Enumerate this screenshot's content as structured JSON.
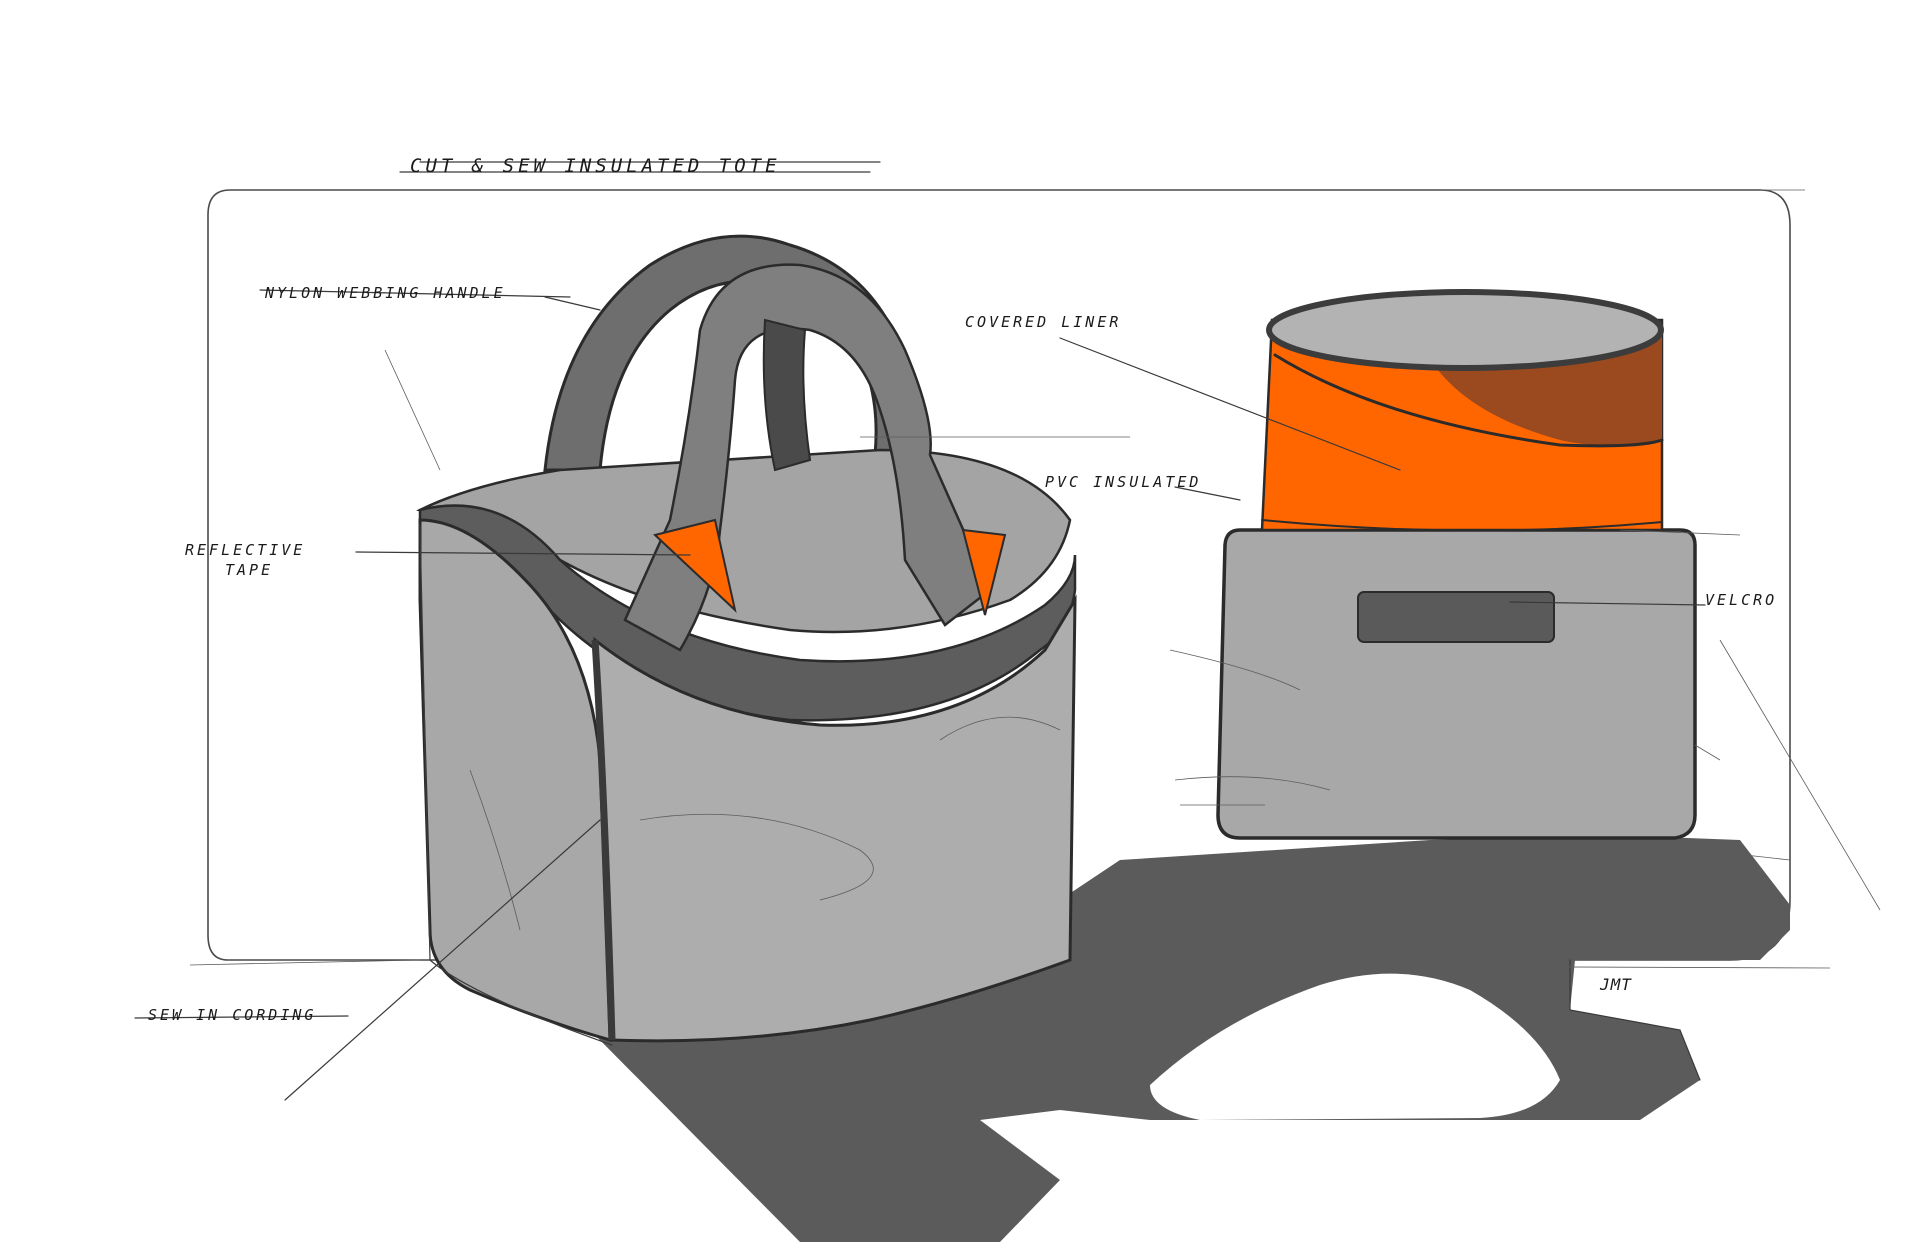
{
  "title": "CUT & SEW INSULATED TOTE",
  "signature": "JMT",
  "callouts": {
    "handle": "NYLON WEBBING HANDLE",
    "reflective_line1": "REFLECTIVE",
    "reflective_line2": "TAPE",
    "sewn_cording": "SEW IN CORDING",
    "covered_liner": "COVERED LINER",
    "pvc": "PVC INSULATED",
    "velcro": "VELCRO"
  },
  "colors": {
    "body_gray": "#a8a8a8",
    "dark_gray": "#5a5a5a",
    "shadow": "#555555",
    "accent_orange": "#ff6600",
    "liner_brown": "#9a4a1e",
    "ink": "#2b2b2b"
  }
}
